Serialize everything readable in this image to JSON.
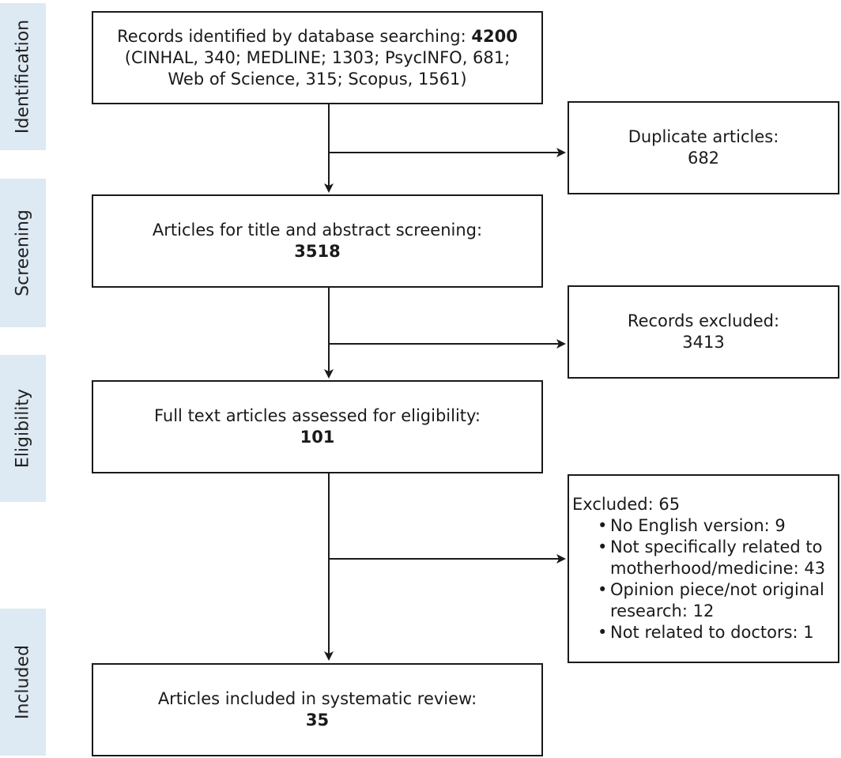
{
  "stages": [
    {
      "label": "Identification"
    },
    {
      "label": "Screening"
    },
    {
      "label": "Eligibility"
    },
    {
      "label": "Included"
    }
  ],
  "boxes": {
    "identified": {
      "line1": "Records identified by database searching:",
      "count": "4200",
      "line2": "(CINHAL, 340; MEDLINE; 1303; PsycINFO, 681;",
      "line3": "Web of Science, 315; Scopus, 1561)"
    },
    "duplicates": {
      "label": "Duplicate articles:",
      "count": "682"
    },
    "screening": {
      "label": "Articles for title and abstract screening:",
      "count": "3518"
    },
    "excluded_records": {
      "label": "Records excluded:",
      "count": "3413"
    },
    "fulltext": {
      "label": "Full text articles assessed for eligibility:",
      "count": "101"
    },
    "excluded_fulltext": {
      "label": "Excluded: 65",
      "items": [
        "No English version: 9",
        "Not specifically related to motherhood/medicine: 43",
        "Opinion piece/not original research: 12",
        "Not related to doctors: 1"
      ]
    },
    "included": {
      "label": "Articles included in systematic review:",
      "count": "35"
    }
  }
}
